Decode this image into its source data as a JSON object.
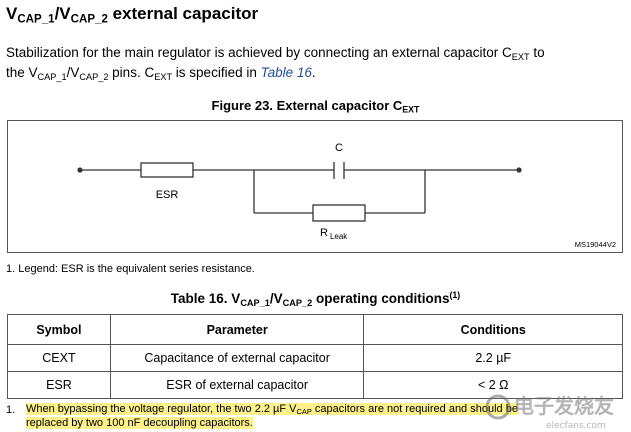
{
  "section_title": {
    "prefix": "V",
    "sub1": "CAP_1",
    "slash": "/V",
    "sub2": "CAP_2",
    "suffix": " external capacitor"
  },
  "intro": {
    "part1": "Stabilization for the main regulator is achieved by connecting an external capacitor C",
    "sub_ext": "EXT",
    "part2": " to",
    "part3": "the V",
    "sub1": "CAP_1",
    "part4": "/V",
    "sub2": "CAP_2",
    "part5": " pins. C",
    "sub_ext2": "EXT",
    "part6": " is specified in ",
    "link": "Table 16",
    "part7": "."
  },
  "figure": {
    "caption_main": "Figure 23. External capacitor C",
    "caption_sub": "EXT",
    "labels": {
      "c": "C",
      "esr": "ESR",
      "rleak_r": "R",
      "rleak_sub": "Leak"
    },
    "figure_id": "MS19044V2",
    "note": "1.   Legend: ESR is the equivalent series resistance."
  },
  "table": {
    "caption_main": "Table 16. V",
    "caption_sub1": "CAP_1",
    "caption_mid": "/V",
    "caption_sub2": "CAP_2",
    "caption_end": " operating conditions",
    "caption_sup": "(1)",
    "headers": [
      "Symbol",
      "Parameter",
      "Conditions"
    ],
    "rows": [
      [
        "CEXT",
        "Capacitance of external capacitor",
        "2.2 µF"
      ],
      [
        "ESR",
        "ESR of external capacitor",
        "< 2 Ω"
      ]
    ]
  },
  "footnote": {
    "number": "1.",
    "line1_a": "When bypassing the voltage regulator, the two 2.2 µF V",
    "line1_sub": "CAP",
    "line1_b": " capacitors are not required and should be",
    "line2": "replaced by two 100 nF decoupling capacitors."
  },
  "watermark": {
    "text": "电子发烧友",
    "sub": "elecfans.com"
  },
  "colors": {
    "highlight": "#fbf08a",
    "link": "#1f4e99",
    "border": "#555555"
  }
}
